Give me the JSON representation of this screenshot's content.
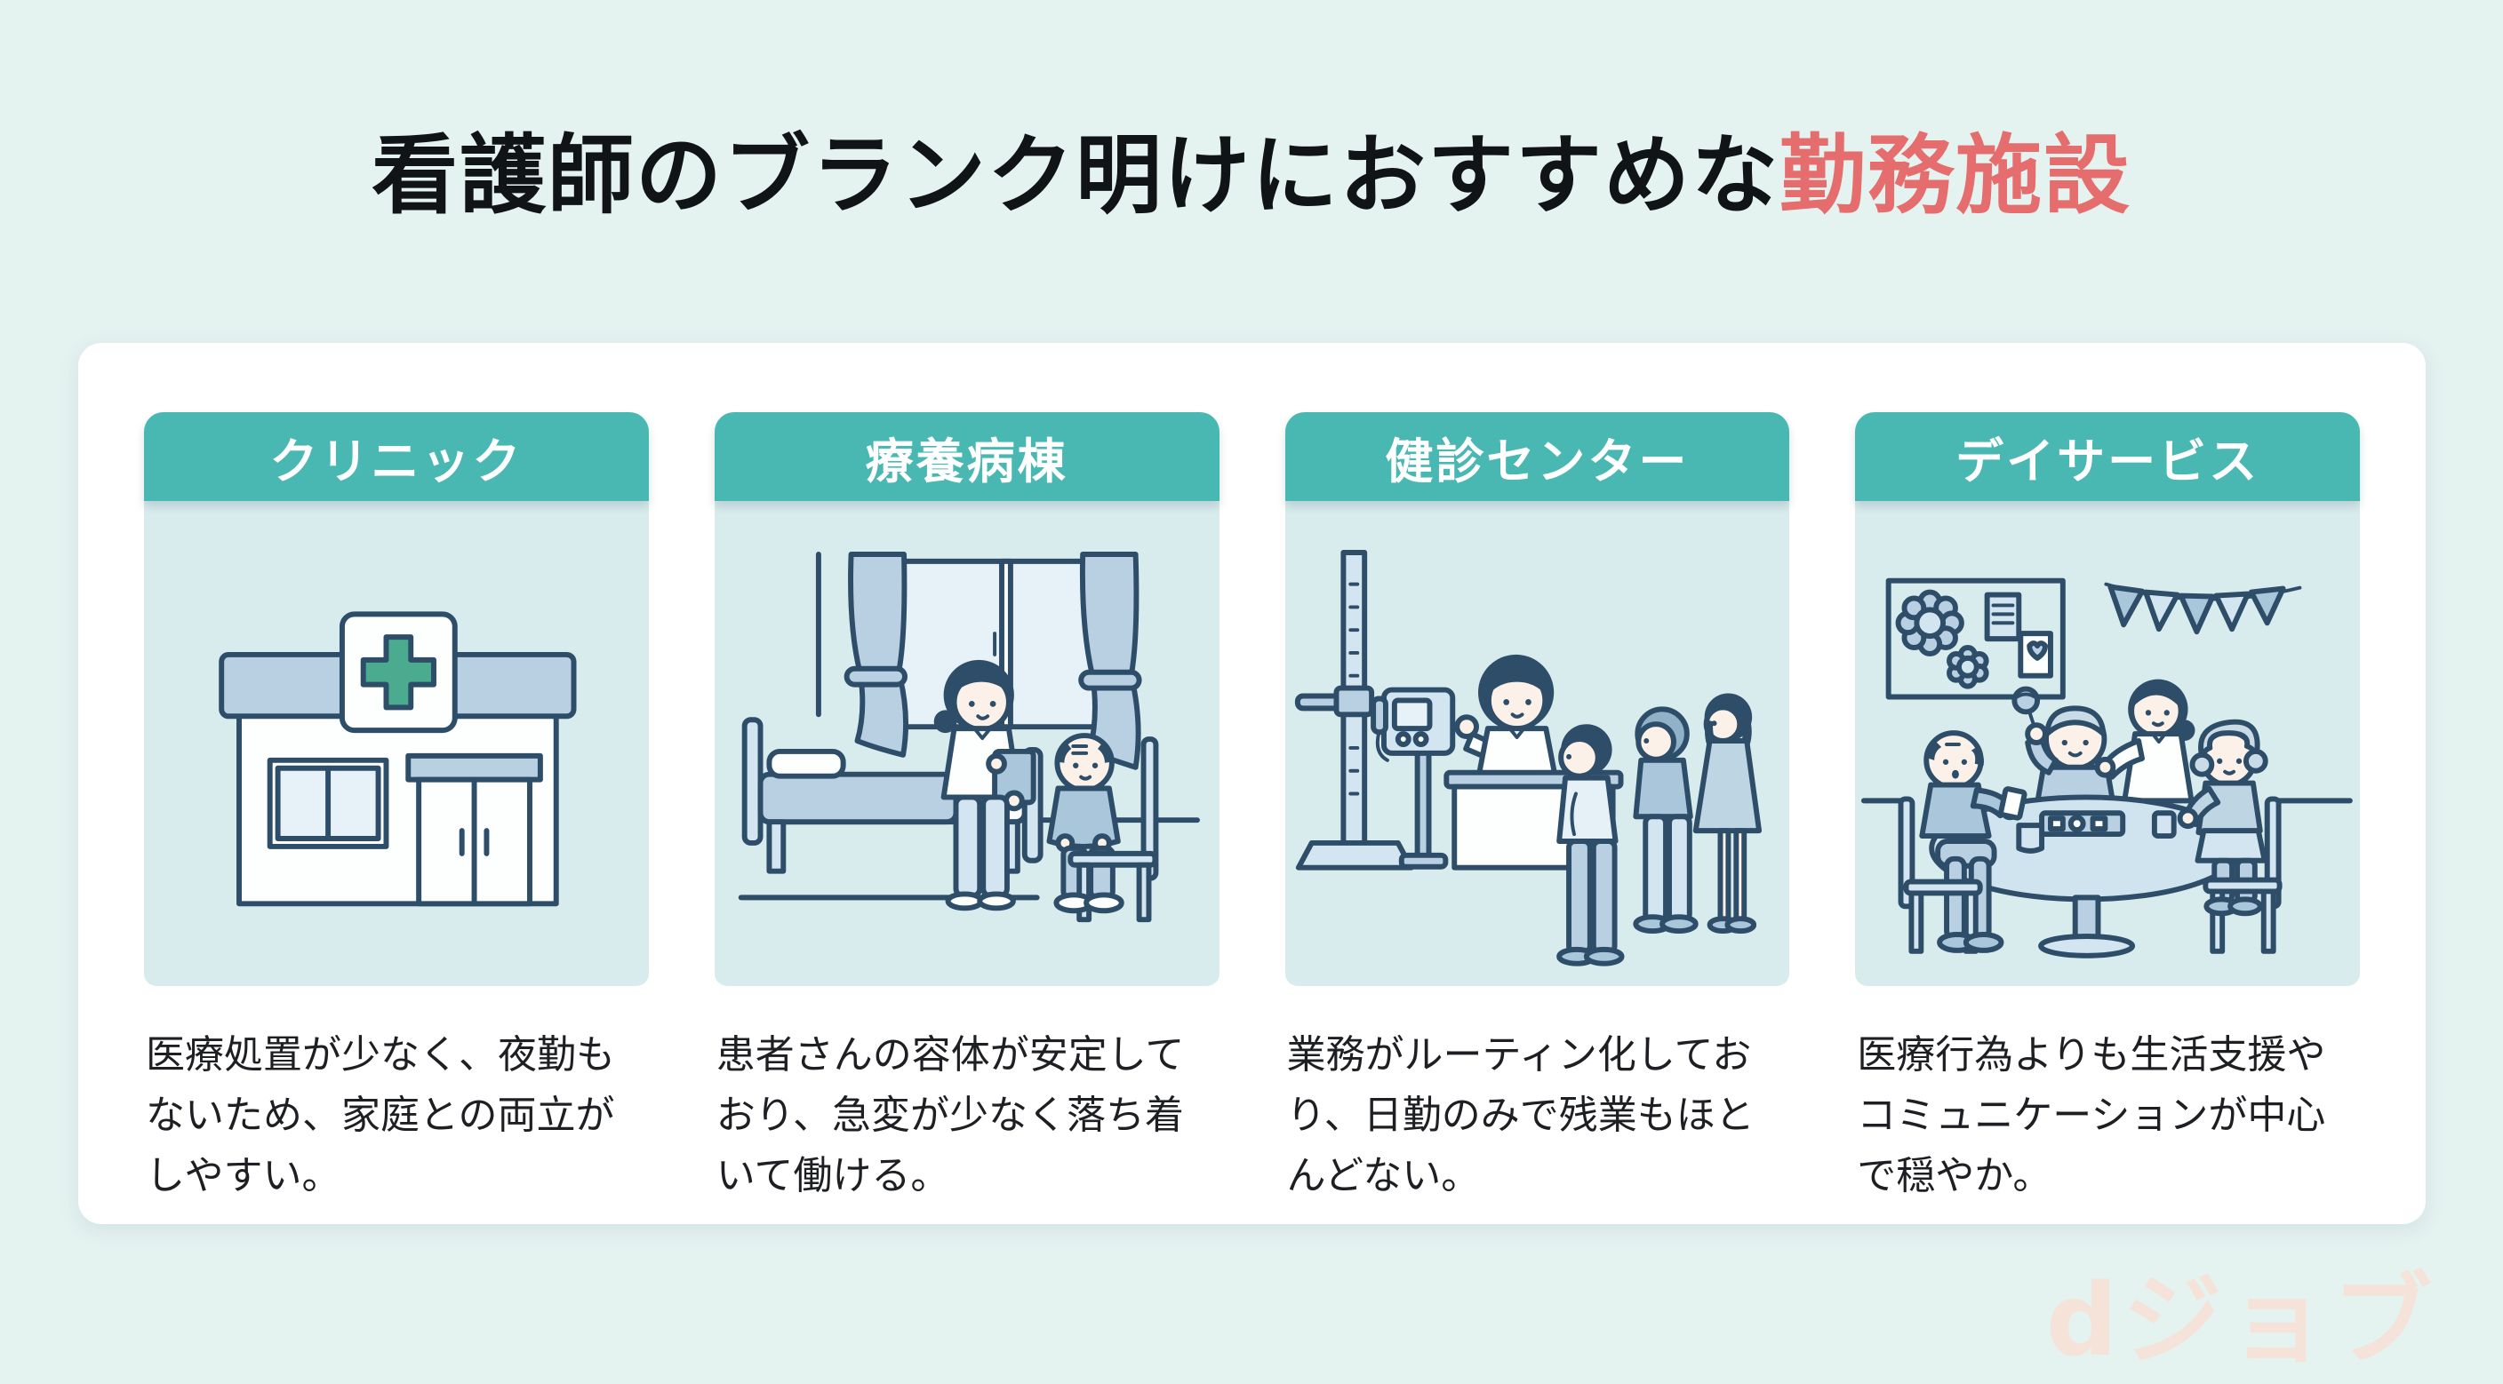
{
  "title": {
    "main": "看護師のブランク明けにおすすめな",
    "highlight": "勤務施設"
  },
  "watermark": "dジョブ",
  "colors": {
    "page_background": "#e4f2f0",
    "panel_background": "#ffffff",
    "card_header_teal": "#49b8b2",
    "title_accent_red": "#e56d6d",
    "illustration_background": "#d8ebed",
    "line_art": "#2e4d68",
    "watermark_peach": "#f5e3d9"
  },
  "cards": [
    {
      "title": "クリニック",
      "illustration": "clinic-building",
      "description": "医療処置が少なく、夜勤もないため、家庭との両立がしやすい。"
    },
    {
      "title": "療養病棟",
      "illustration": "ward-room-nurse-and-patient",
      "description": "患者さんの容体が安定しており、急変が少なく落ち着いて働ける。"
    },
    {
      "title": "健診センター",
      "illustration": "checkup-reception-and-queue",
      "description": "業務がルーティン化しており、日勤のみで残業もほとんどない。"
    },
    {
      "title": "デイサービス",
      "illustration": "day-service-table-activity",
      "description": "医療行為よりも生活支援やコミュニケーションが中心で穏やか。"
    }
  ]
}
